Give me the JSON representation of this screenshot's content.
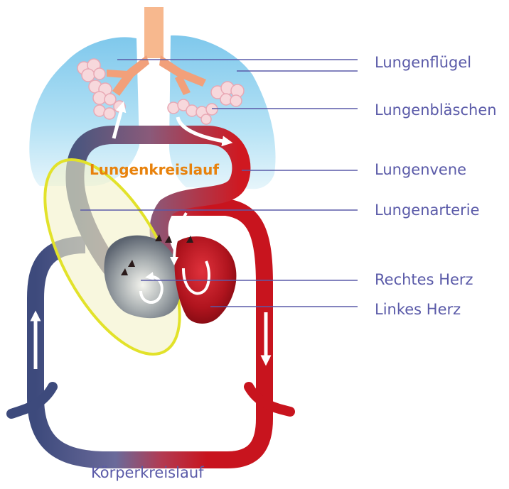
{
  "colors": {
    "label": "#5a5aa8",
    "callout_line": "#5a5aa8",
    "highlight": "#e8820c",
    "oxygenated": "#c8141e",
    "deoxygenated": "#3c4a78",
    "lung": "#9fd6ee",
    "trachea": "#f7b88e",
    "ellipse_stroke": "#e2e22a",
    "ellipse_fill": "#f3f2c8"
  },
  "labels": {
    "lungenfluegel": "Lungenflügel",
    "lungenblaeschen": "Lungenbläschen",
    "lungenvene": "Lungenvene",
    "lungenarterie": "Lungenarterie",
    "rechtes_herz": "Rechtes Herz",
    "linkes_herz": "Linkes Herz",
    "lungenkreislauf": "Lungenkreislauf",
    "koerperkreislauf": "Körperkreislauf"
  }
}
